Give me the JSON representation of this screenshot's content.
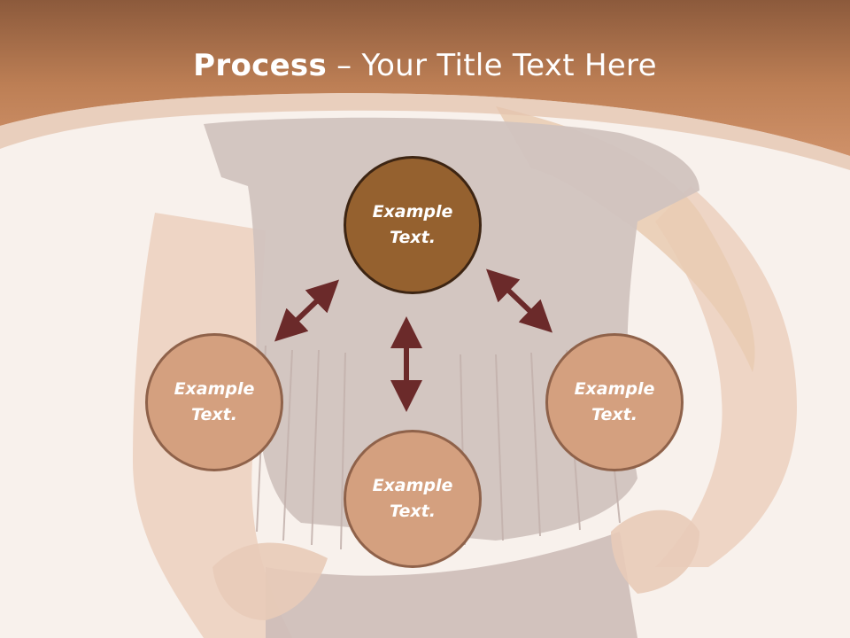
{
  "title": {
    "bold": "Process",
    "rest": " – Your Title Text Here"
  },
  "nodes": {
    "top": "Example\nText.",
    "left": "Example\nText.",
    "right": "Example\nText.",
    "bottom": "Example\nText."
  },
  "colors": {
    "header": "#c98a5d",
    "node_main": "#95612f",
    "node_light": "#d4a07f",
    "arrow": "#6b2a2a",
    "background": "#f8f1ec"
  }
}
